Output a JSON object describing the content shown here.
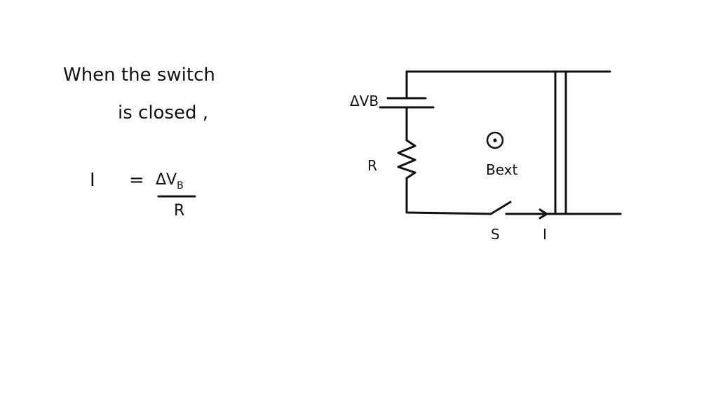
{
  "note": {
    "line1": "When   the   switch",
    "line2": "is closed ,"
  },
  "equation": {
    "lhs": "I",
    "equals": "=",
    "numerator_main": "ΔV",
    "numerator_sub": "B",
    "denominator": "R"
  },
  "circuit": {
    "battery_label": "ΔVB",
    "resistor_label": "R",
    "field_label": "Bext",
    "switch_label": "S",
    "current_label": "I"
  }
}
